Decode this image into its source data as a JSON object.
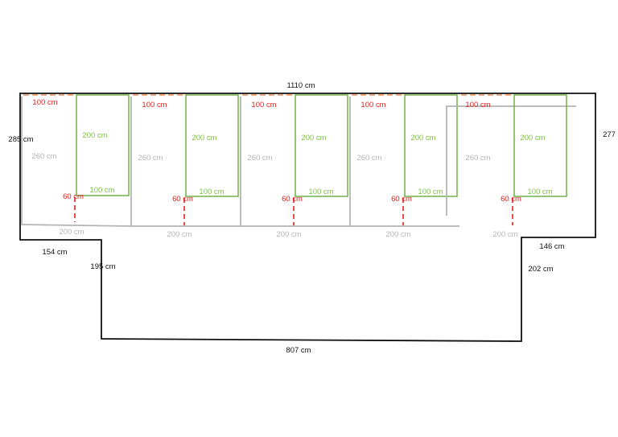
{
  "colors": {
    "outline": "#111111",
    "dimension_red": "#e0201b",
    "dash_orange": "#ee8a55",
    "bed_green": "#6aab3d",
    "bed_label_green": "#7cc242",
    "grey": "#b4b4b4"
  },
  "outline": {
    "top_length": "1110 cm",
    "left_height": "285 cm",
    "right_height": "277",
    "bottom_left_step": "154 cm",
    "left_drop": "195 cm",
    "bottom_length": "807 cm",
    "right_drop": "202 cm",
    "bottom_right_step": "146 cm"
  },
  "bays": [
    {
      "top_gap": "100 cm",
      "bed_height": "200 cm",
      "bed_width": "100 cm",
      "aisle": "60 cm",
      "depth": "260 cm",
      "width": "200 cm"
    },
    {
      "top_gap": "100 cm",
      "bed_height": "200 cm",
      "bed_width": "100 cm",
      "aisle": "60 cm",
      "depth": "260 cm",
      "width": "200 cm"
    },
    {
      "top_gap": "100 cm",
      "bed_height": "200 cm",
      "bed_width": "100 cm",
      "aisle": "60 cm",
      "depth": "260 cm",
      "width": "200 cm"
    },
    {
      "top_gap": "100 cm",
      "bed_height": "200 cm",
      "bed_width": "100 cm",
      "aisle": "60 cm",
      "depth": "260 cm",
      "width": "200 cm"
    },
    {
      "top_gap": "100 cm",
      "bed_height": "200 cm",
      "bed_width": "100 cm",
      "aisle": "60 cm",
      "depth": "260 cm",
      "width": "200 cm"
    }
  ]
}
